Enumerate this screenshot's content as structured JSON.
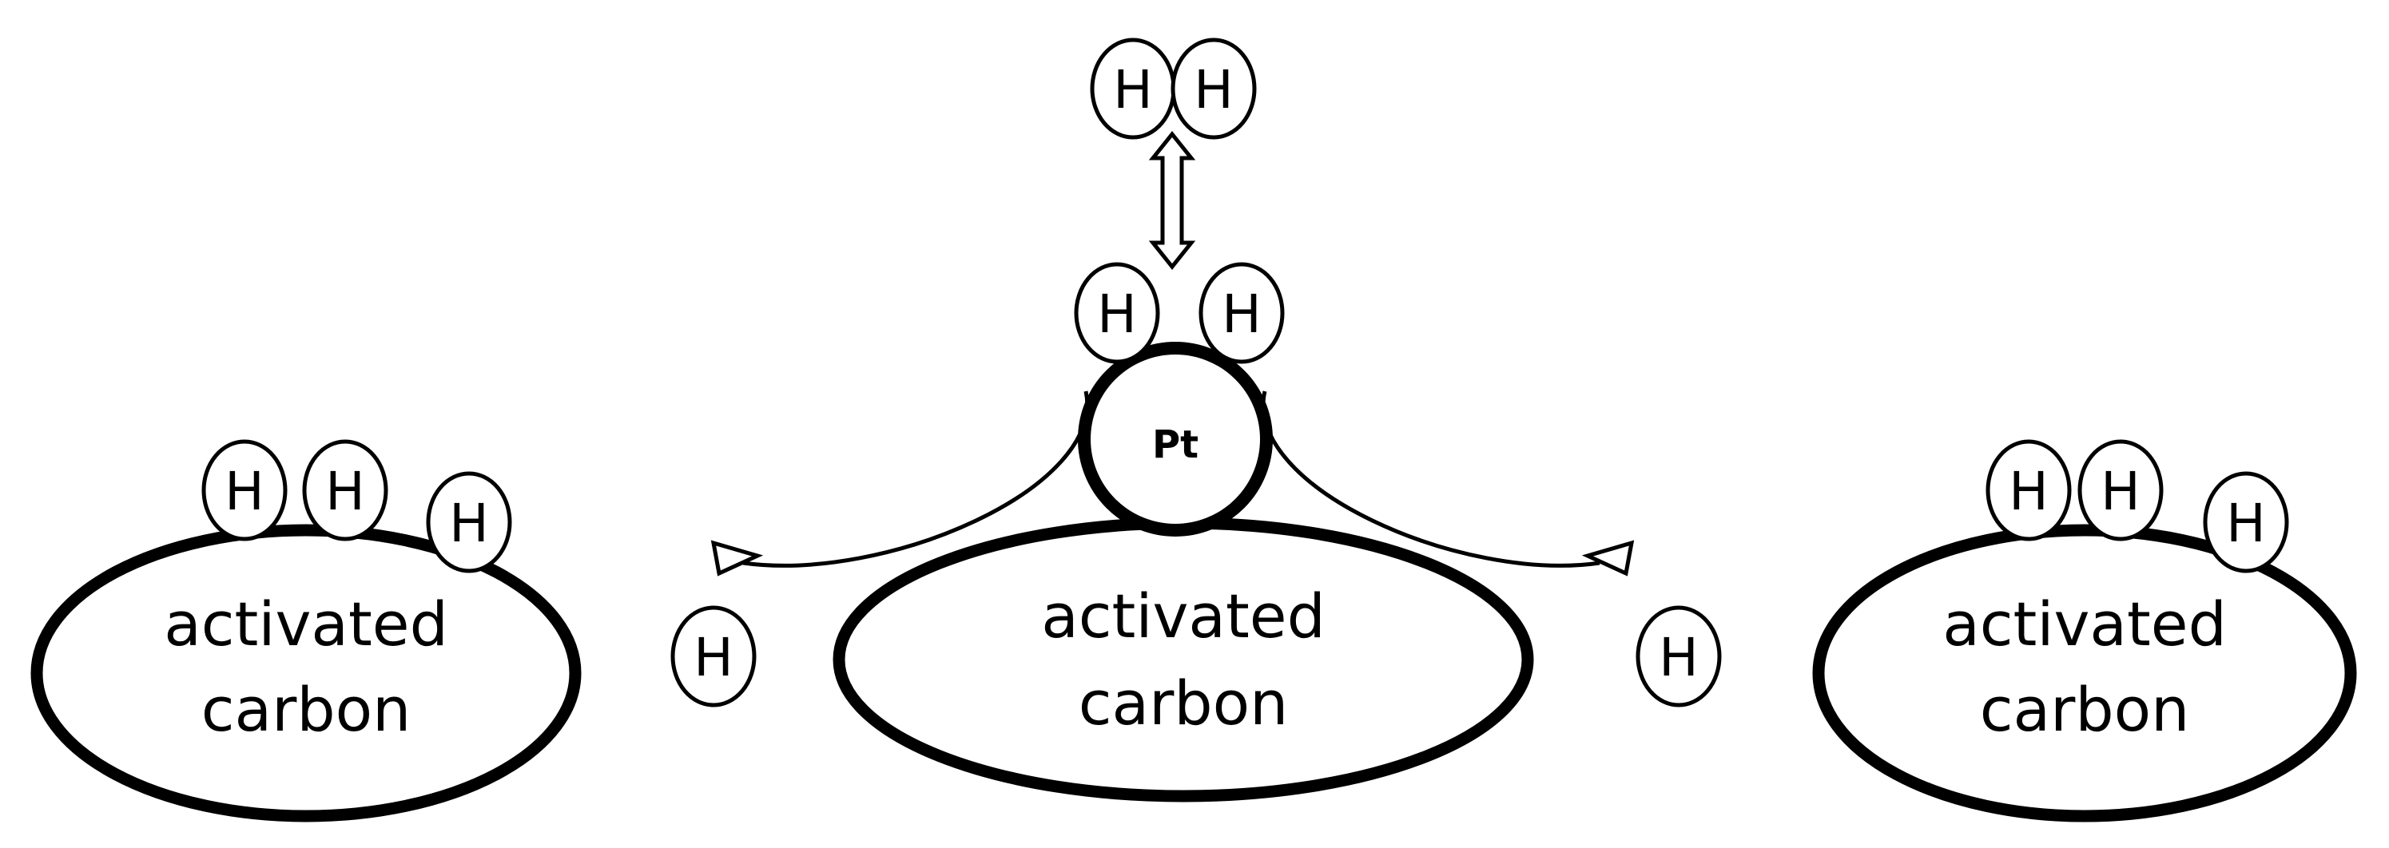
{
  "carbon_label": [
    "activated",
    "carbon"
  ],
  "catalyst_label": "Pt",
  "hydrogen_label": "H",
  "colors": {
    "stroke": "#000000",
    "fill": "#ffffff"
  }
}
